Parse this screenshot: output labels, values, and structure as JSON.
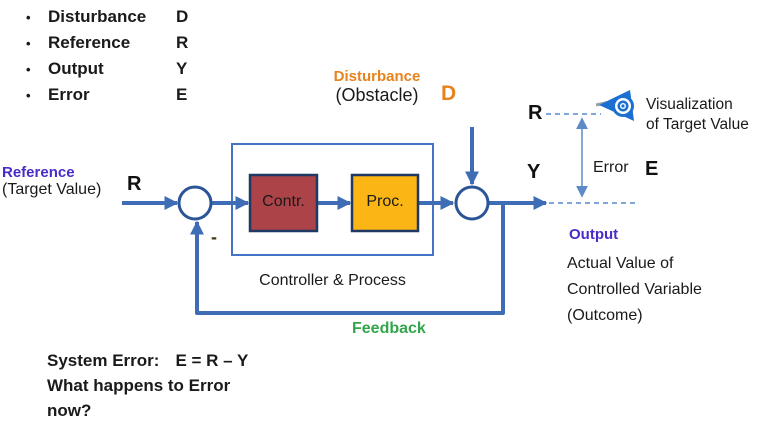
{
  "colors": {
    "line": "#3E6DB5",
    "junction_stroke": "#2B5596",
    "box_stroke": "#4472C4",
    "contr_fill": "#AC4348",
    "proc_fill": "#FBB615",
    "block_border": "#1F3864",
    "orange": "#E8821D",
    "purple": "#4B2BC7",
    "green": "#33A64C",
    "dashed_blue": "#7FA7DC",
    "error_arrow": "#5E8AC7",
    "eye_blue": "#1B6FD0",
    "text": "#1A1A1A"
  },
  "legend": {
    "bullet": "•",
    "items": [
      {
        "label": "Disturbance",
        "symbol": "D"
      },
      {
        "label": "Reference",
        "symbol": "R"
      },
      {
        "label": "Output",
        "symbol": "Y"
      },
      {
        "label": "Error",
        "symbol": "E"
      }
    ]
  },
  "disturbance": {
    "title": "Disturbance",
    "subtitle": "(Obstacle)",
    "symbol": "D"
  },
  "reference": {
    "title": "Reference",
    "subtitle": "(Target Value)",
    "symbol": "R"
  },
  "diagram": {
    "controller_label": "Contr.",
    "process_label": "Proc.",
    "box_caption": "Controller & Process",
    "minus_sign": "-",
    "feedback_label": "Feedback"
  },
  "output": {
    "symbol": "Y",
    "title": "Output",
    "line1": "Actual Value of",
    "line2": "Controlled Variable",
    "line3": "(Outcome)"
  },
  "error_section": {
    "r_symbol": "R",
    "e_symbol": "E",
    "error_label": "Error",
    "viz_line1": "Visualization",
    "viz_line2": "of Target Value"
  },
  "footer": {
    "label": "System Error:",
    "equation": "E = R – Y",
    "line2": "What happens to Error",
    "line3": "now?"
  }
}
